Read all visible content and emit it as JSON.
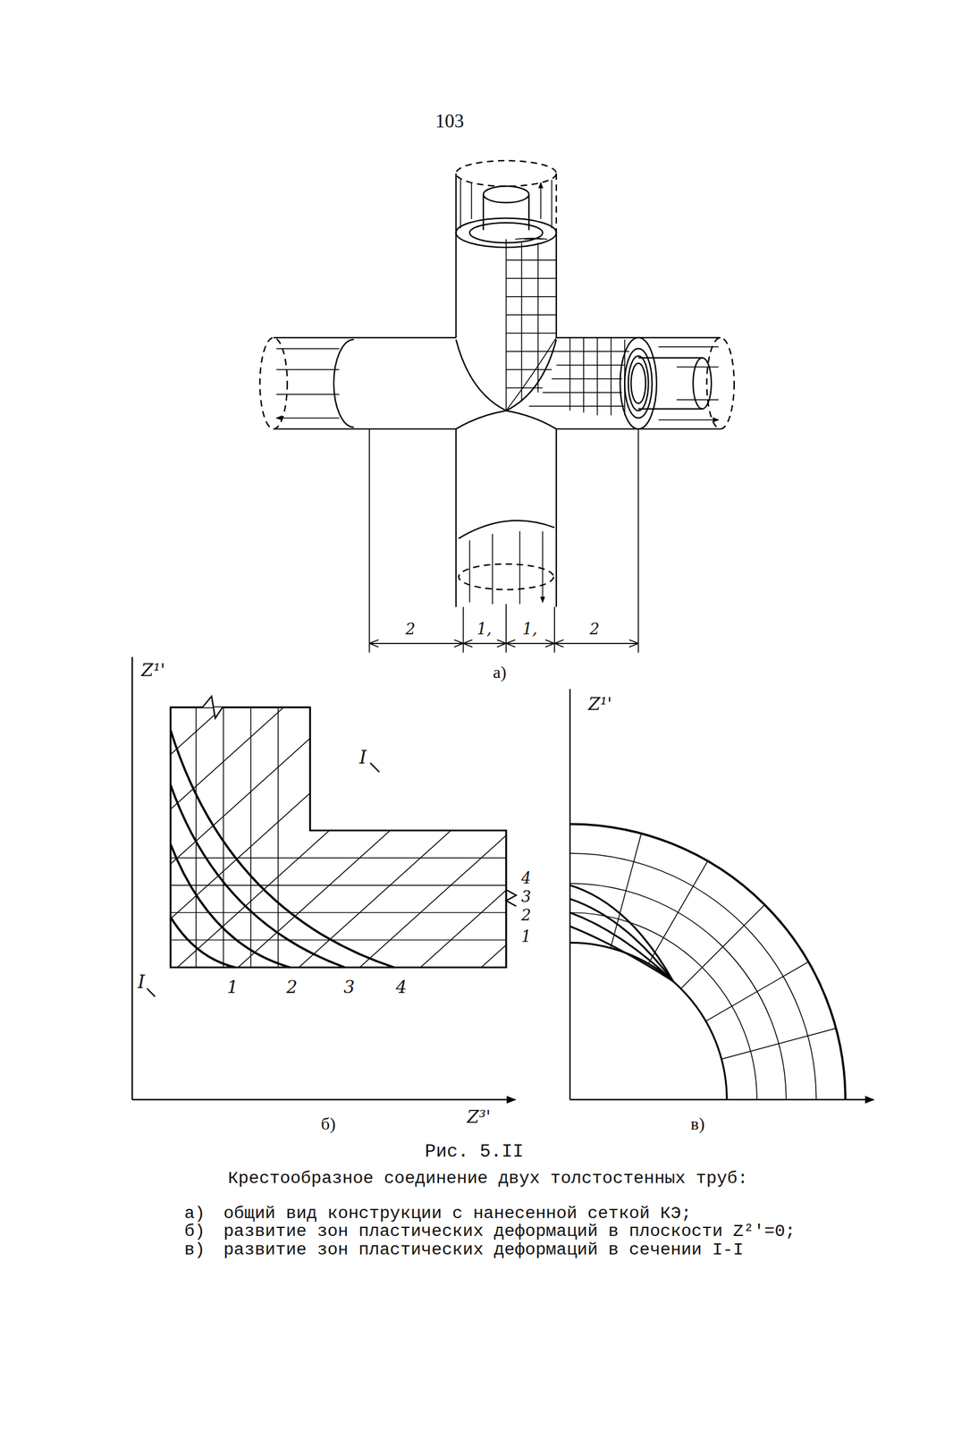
{
  "diagram": {
    "caption": "Рис. 5.II",
    "labels": [
      "103",
      "2",
      "1,",
      "1,",
      "2",
      "а)",
      "Z¹'",
      "I",
      "4",
      "3",
      "2",
      "1",
      "I",
      "1",
      "2",
      "3",
      "4",
      "Z³'",
      "б)",
      "Z¹'",
      "в)",
      "Крестообразное соединение двух толстостенных труб:",
      "а)",
      "общий вид конструкции с нанесенной сеткой КЭ;",
      "б)",
      "развитие зон пластических деформаций в плоскости Z²'=0;",
      "в)",
      "развитие зон пластических деформаций в сечении I-I"
    ]
  }
}
